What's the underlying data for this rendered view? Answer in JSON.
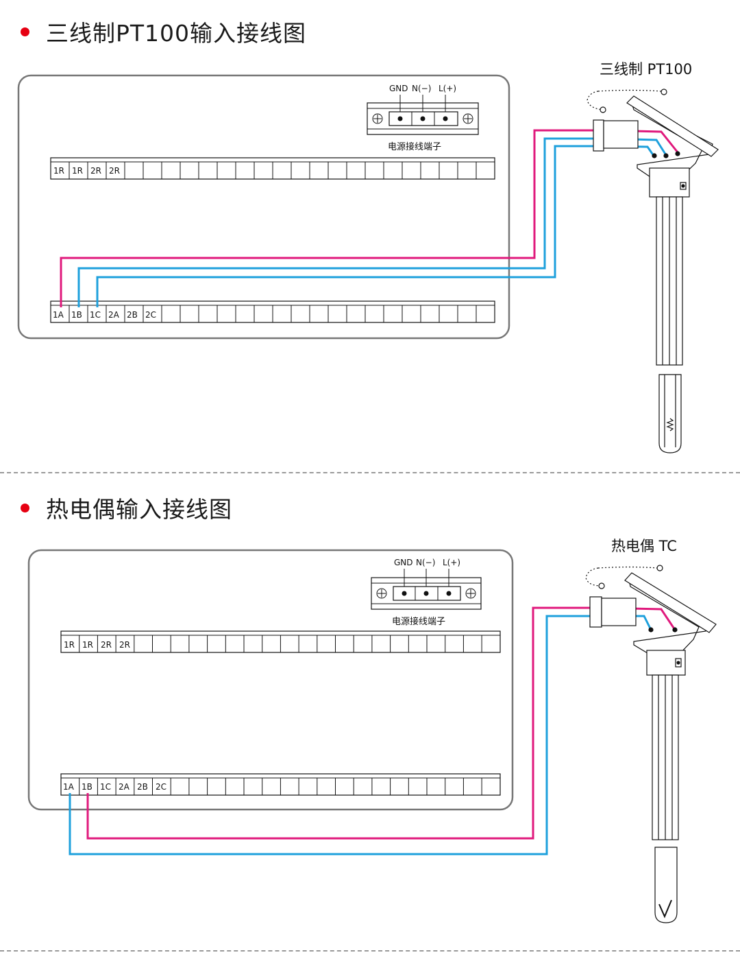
{
  "sections": [
    {
      "title": "三线制PT100输入接线图",
      "sensor_label": "三线制 PT100",
      "power_block": {
        "labels": [
          "GND",
          "N(−)",
          "L(+)"
        ],
        "caption": "电源接线端子"
      },
      "top_terminals": [
        "1R",
        "1R",
        "2R",
        "2R"
      ],
      "bottom_terminals": [
        "1A",
        "1B",
        "1C",
        "2A",
        "2B",
        "2C"
      ]
    },
    {
      "title": "热电偶输入接线图",
      "sensor_label": "热电偶 TC",
      "power_block": {
        "labels": [
          "GND",
          "N(−)",
          "L(+)"
        ],
        "caption": "电源接线端子"
      },
      "top_terminals": [
        "1R",
        "1R",
        "2R",
        "2R"
      ],
      "bottom_terminals": [
        "1A",
        "1B",
        "1C",
        "2A",
        "2B",
        "2C"
      ]
    }
  ],
  "colors": {
    "magenta_wire": "#e0197c",
    "blue_wire": "#1ea0dc",
    "panel_border": "#777777",
    "bullet": "#e60012"
  }
}
